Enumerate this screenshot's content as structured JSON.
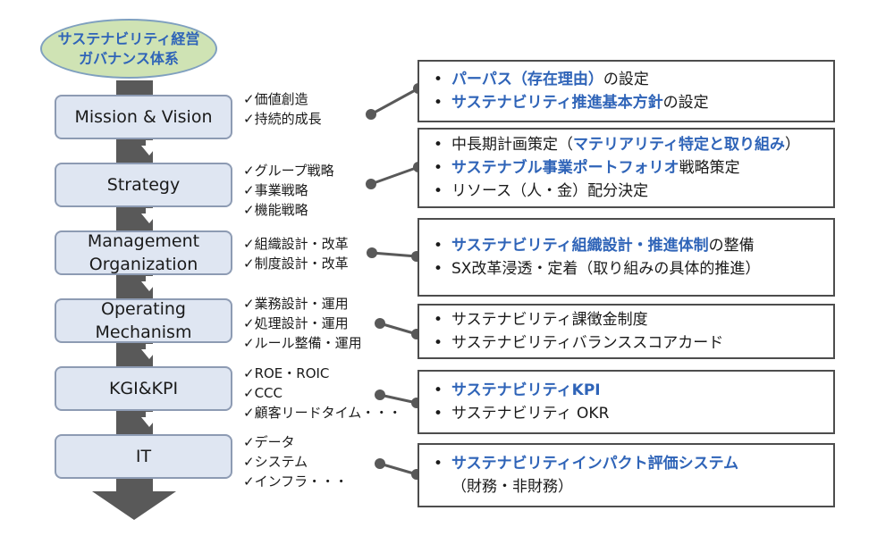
{
  "header": {
    "ellipse_line1": "サステナビリティ経営",
    "ellipse_line2": "ガバナンス体系"
  },
  "stages": [
    {
      "label_lines": [
        "Mission & Vision"
      ],
      "checks": [
        "✓価値創造",
        "✓持続的成長"
      ],
      "box_lines": [
        [
          {
            "t": "パーパス（存在理由）",
            "hl": true
          },
          {
            "t": "の設定",
            "hl": false
          }
        ],
        [
          {
            "t": "サステナビリティ推進基本方針",
            "hl": true
          },
          {
            "t": "の設定",
            "hl": false
          }
        ]
      ]
    },
    {
      "label_lines": [
        "Strategy"
      ],
      "checks": [
        "✓グループ戦略",
        "✓事業戦略",
        "✓機能戦略"
      ],
      "box_lines": [
        [
          {
            "t": "中長期計画策定（",
            "hl": false
          },
          {
            "t": "マテリアリティ特定と取り組み",
            "hl": true
          },
          {
            "t": "）",
            "hl": false
          }
        ],
        [
          {
            "t": "サステナブル事業ポートフォリオ",
            "hl": true
          },
          {
            "t": "戦略策定",
            "hl": false
          }
        ],
        [
          {
            "t": "リソース（人・金）配分決定",
            "hl": false
          }
        ]
      ]
    },
    {
      "label_lines": [
        "Management",
        "Organization"
      ],
      "checks": [
        "✓組織設計・改革",
        "✓制度設計・改革"
      ],
      "box_lines": [
        [
          {
            "t": "サステナビリティ組織設計・推進体制",
            "hl": true
          },
          {
            "t": "の整備",
            "hl": false
          }
        ],
        [
          {
            "t": "SX改革浸透・定着（取り組みの具体的推進）",
            "hl": false
          }
        ]
      ]
    },
    {
      "label_lines": [
        "Operating",
        "Mechanism"
      ],
      "checks": [
        "✓業務設計・運用",
        "✓処理設計・運用",
        "✓ルール整備・運用"
      ],
      "box_lines": [
        [
          {
            "t": "サステナビリティ課徴金制度",
            "hl": false
          }
        ],
        [
          {
            "t": "サステナビリティバランススコアカード",
            "hl": false
          }
        ]
      ]
    },
    {
      "label_lines": [
        "KGI&KPI"
      ],
      "checks": [
        "✓ROE・ROIC",
        "✓CCC",
        "✓顧客リードタイム・・・"
      ],
      "box_lines": [
        [
          {
            "t": "サステナビリティKPI",
            "hl": true
          }
        ],
        [
          {
            "t": "サステナビリティ OKR",
            "hl": false
          }
        ]
      ]
    },
    {
      "label_lines": [
        "IT"
      ],
      "checks": [
        "✓データ",
        "✓システム",
        "✓インフラ・・・"
      ],
      "box_lines": [
        [
          {
            "t": "サステナビリティインパクト評価システム",
            "hl": true
          }
        ],
        [
          {
            "t": "（財務・非財務）",
            "hl": false,
            "nobullet": true
          }
        ]
      ]
    }
  ],
  "colors": {
    "accent": "#2f64b8",
    "ellipse_fill": "#cfe3b4",
    "stage_fill": "#dfe6f2",
    "arrow": "#595959"
  }
}
